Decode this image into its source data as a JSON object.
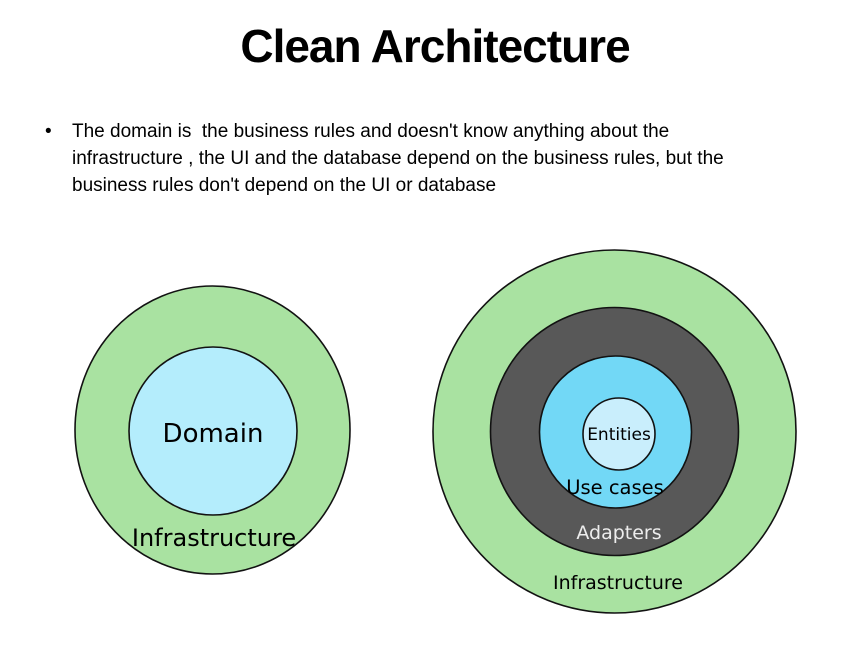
{
  "title": "Clean Architecture",
  "bullet": {
    "marker": "•",
    "text": "The domain is  the business rules and doesn't know anything about the\ninfrastructure , the UI and the database depend on the business rules, but the\nbusiness rules don't depend on the UI or database"
  },
  "diagrams": {
    "simple": {
      "inner_label": "Domain",
      "outer_label": "Infrastructure"
    },
    "detailed": {
      "entities_label": "Entities",
      "use_cases_label": "Use cases",
      "adapters_label": "Adapters",
      "infrastructure_label": "Infrastructure"
    }
  },
  "colors": {
    "green": "#a9e2a1",
    "domain_blue": "#b4edfc",
    "use_cases_cyan": "#72d8f6",
    "entities_blue": "#c9eefc",
    "adapters_gray": "#585858",
    "adapters_text": "#ededed",
    "label_text": "#000000"
  }
}
